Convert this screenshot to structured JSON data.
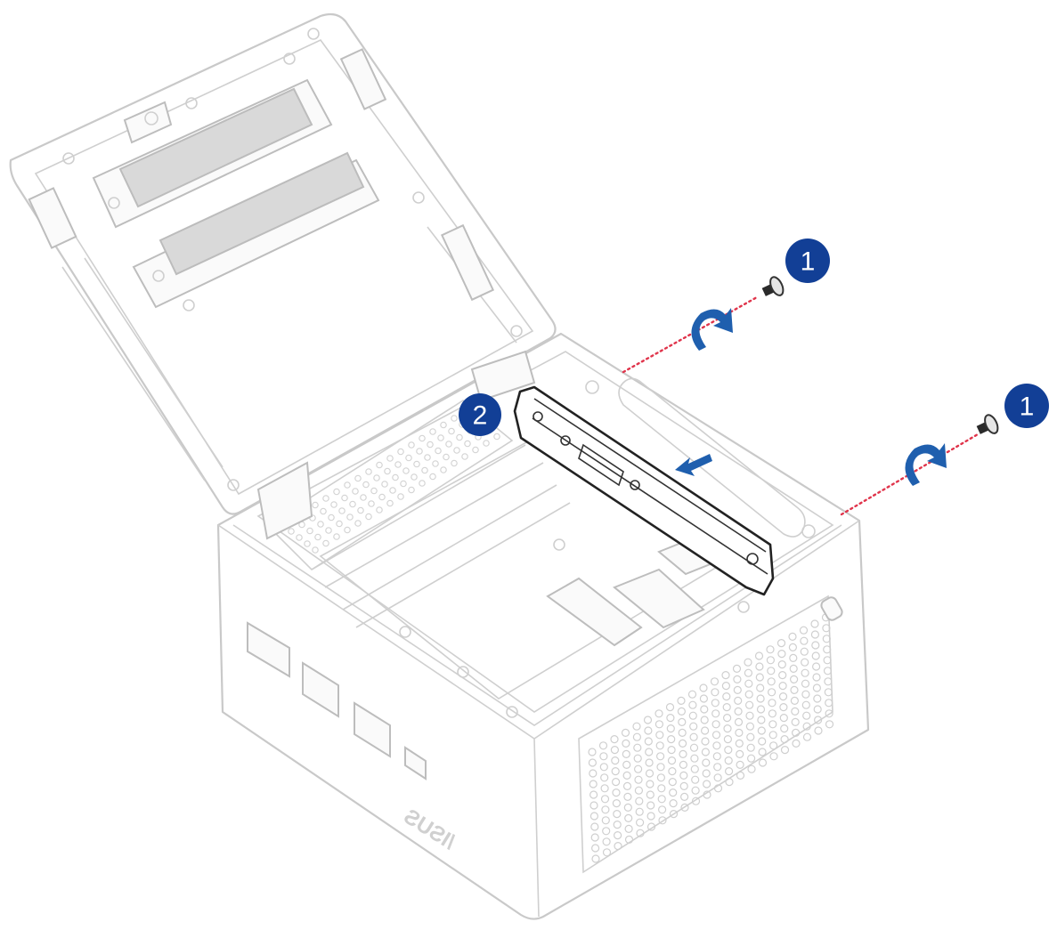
{
  "diagram": {
    "steps": [
      {
        "id": "remove-screw-1",
        "number": "1"
      },
      {
        "id": "remove-screw-2",
        "number": "1"
      },
      {
        "id": "slide-bracket",
        "number": "2"
      }
    ],
    "brand_text": "/ISUS",
    "colors": {
      "badge": "#123f96",
      "arrow": "#1f5fae",
      "guide_line": "#e0344b",
      "outline": "#c9c9c9",
      "highlight": "#222222"
    },
    "icons": [
      "screw-icon",
      "rotate-counterclockwise-arrow-icon",
      "push-arrow-icon"
    ]
  }
}
